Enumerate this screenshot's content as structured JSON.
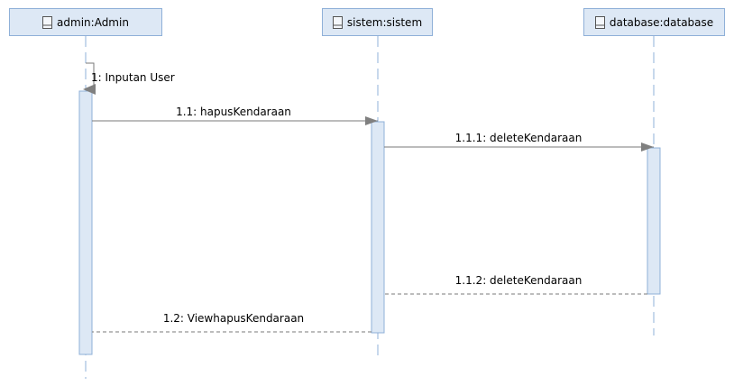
{
  "lifelines": [
    {
      "label": "admin:Admin",
      "icon": "class-icon"
    },
    {
      "label": "sistem:sistem",
      "icon": "class-icon"
    },
    {
      "label": "database:database",
      "icon": "class-icon"
    }
  ],
  "messages": [
    {
      "label": "1: Inputan User",
      "kind": "self-call"
    },
    {
      "label": "1.1: hapusKendaraan",
      "kind": "sync-call"
    },
    {
      "label": "1.1.1: deleteKendaraan",
      "kind": "sync-call"
    },
    {
      "label": "1.1.2: deleteKendaraan",
      "kind": "return"
    },
    {
      "label": "1.2: ViewhapusKendaraan",
      "kind": "return"
    }
  ],
  "colors": {
    "header_fill": "#dde8f5",
    "header_border": "#8fb0d8",
    "lifeline": "#8fb0d8",
    "activation_fill": "#dde8f5",
    "message_line": "#7a7a7a",
    "arrowhead": "#808080"
  }
}
